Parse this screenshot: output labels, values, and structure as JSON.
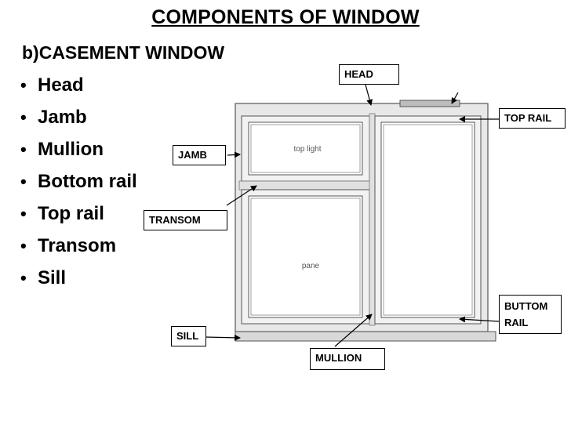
{
  "title": "COMPONENTS OF WINDOW",
  "subtitle": "b)CASEMENT WINDOW",
  "bullets": [
    "Head",
    "Jamb",
    "Mullion",
    "Bottom rail",
    "Top rail",
    "Transom",
    "Sill"
  ],
  "bullet_glyph": "•",
  "labels": {
    "head": "HEAD",
    "jamb": "JAMB",
    "transom": "TRANSOM",
    "sill": "SILL",
    "mullion": "MULLION",
    "top_rail": "TOP RAIL",
    "bottom_rail_1": "BUTTOM",
    "bottom_rail_2": "RAIL"
  },
  "window_text": {
    "top_light": "top light",
    "pane": "pane"
  }
}
